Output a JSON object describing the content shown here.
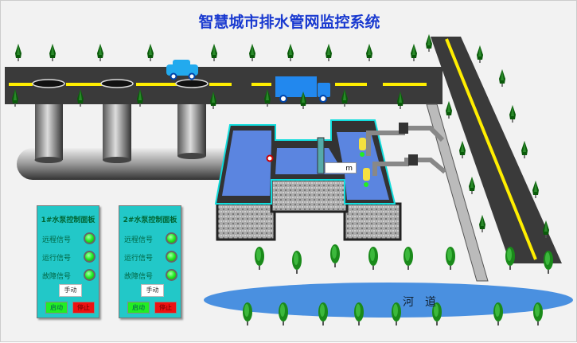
{
  "title": "智慧城市排水管网监控系统",
  "panels": [
    {
      "title": "1#水泵控制面板",
      "signals": [
        "远程信号",
        "运行信号",
        "故障信号"
      ],
      "manual": "手动",
      "start": "启动",
      "stop": "停止"
    },
    {
      "title": "2#水泵控制面板",
      "signals": [
        "远程信号",
        "运行信号",
        "故障信号"
      ],
      "manual": "手动",
      "start": "启动",
      "stop": "停止"
    }
  ],
  "level_unit": "m",
  "river_label": "河道",
  "colors": {
    "title": "#1a3ad0",
    "panel": "#22c8c8",
    "led_on": "#22ee22",
    "start": "#22ee22",
    "stop": "#ee1111",
    "water": "#5b85e0",
    "river": "#4a90e0",
    "road": "#3a3a3a"
  }
}
